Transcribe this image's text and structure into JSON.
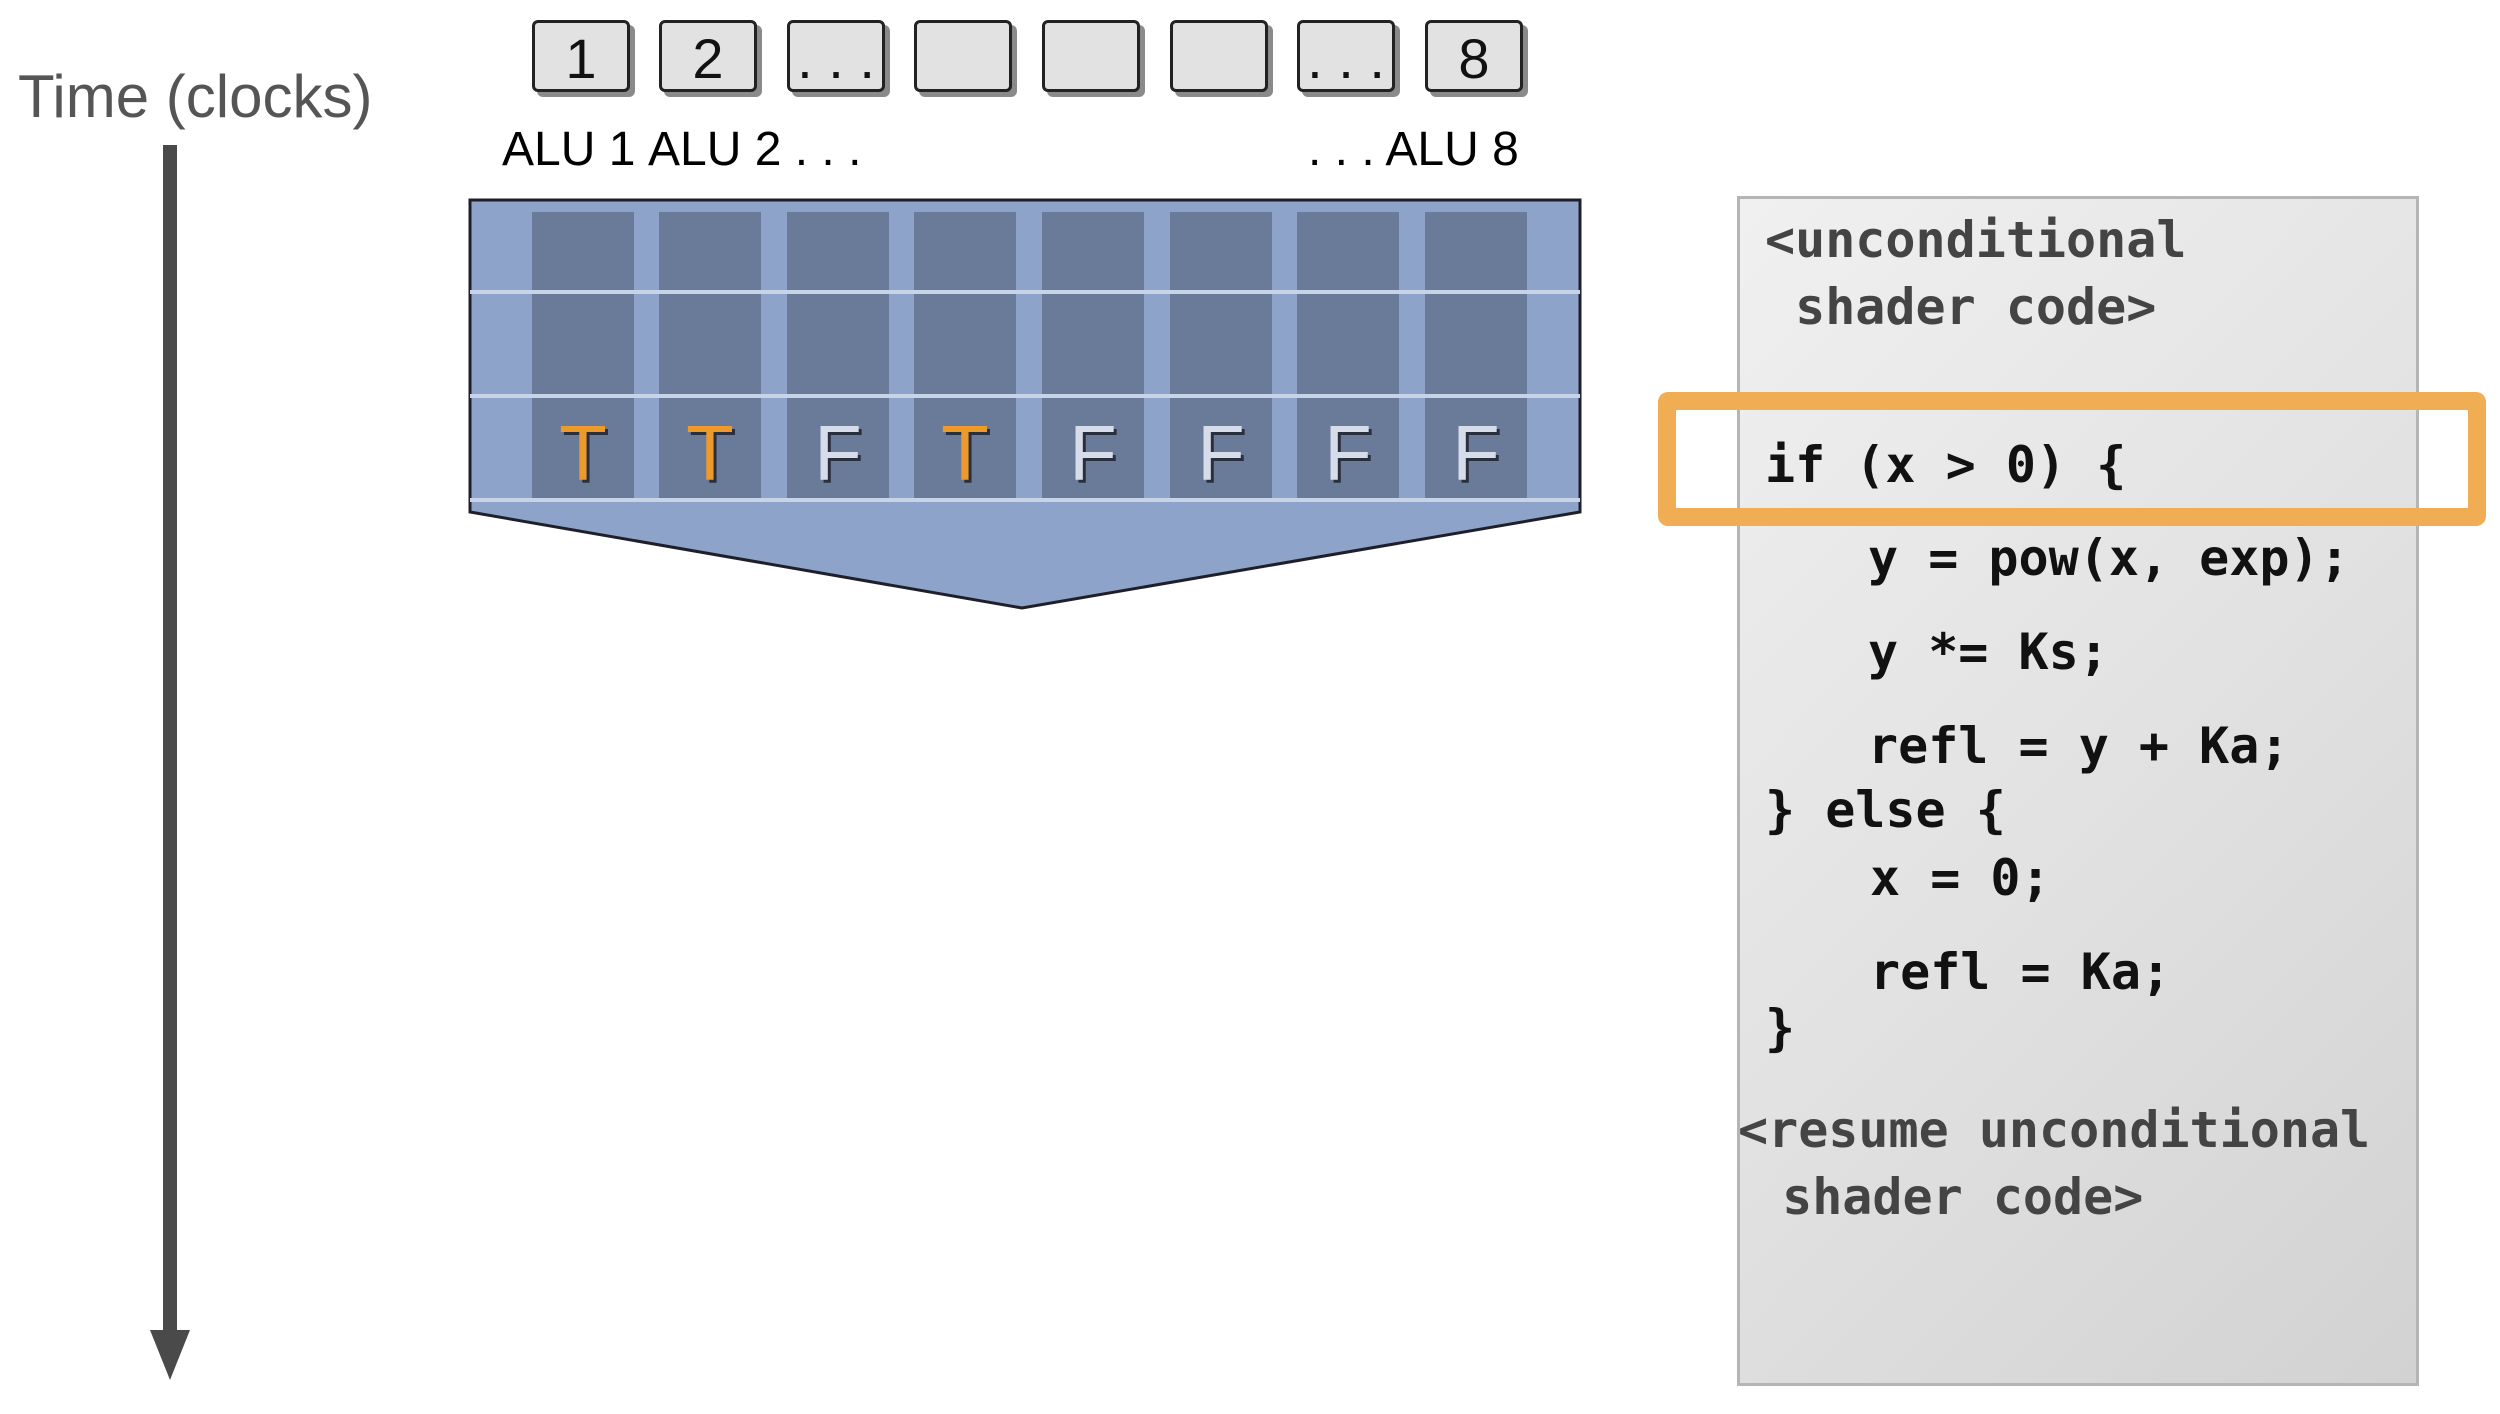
{
  "axis": {
    "time_label": "Time (clocks)"
  },
  "alu_boxes": [
    "1",
    "2",
    ". . .",
    "",
    "",
    "",
    ". . .",
    "8"
  ],
  "alu_labels": {
    "alu1": "ALU 1",
    "alu2": "ALU 2 . . .",
    "alu8": ". . . ALU 8"
  },
  "lanes": [
    "T",
    "T",
    "F",
    "T",
    "F",
    "F",
    "F",
    "F"
  ],
  "colors": {
    "true": "#ee9a2a",
    "false": "#d7dcea",
    "highlight": "#f0ad53",
    "flow_fill": "#8ea3c9",
    "lane_fill": "#6a7b9a"
  },
  "code": {
    "l1": "<unconditional",
    "l2": " shader code>",
    "l3": "if (x > 0) {",
    "l4": "y = pow(x, exp);",
    "l5": "y *= Ks;",
    "l6": "refl = y + Ka;",
    "l7": "} else {",
    "l8": "x = 0;",
    "l9": "refl = Ka;",
    "l10": "}",
    "l11": "<resume unconditional",
    "l12": " shader code>"
  }
}
